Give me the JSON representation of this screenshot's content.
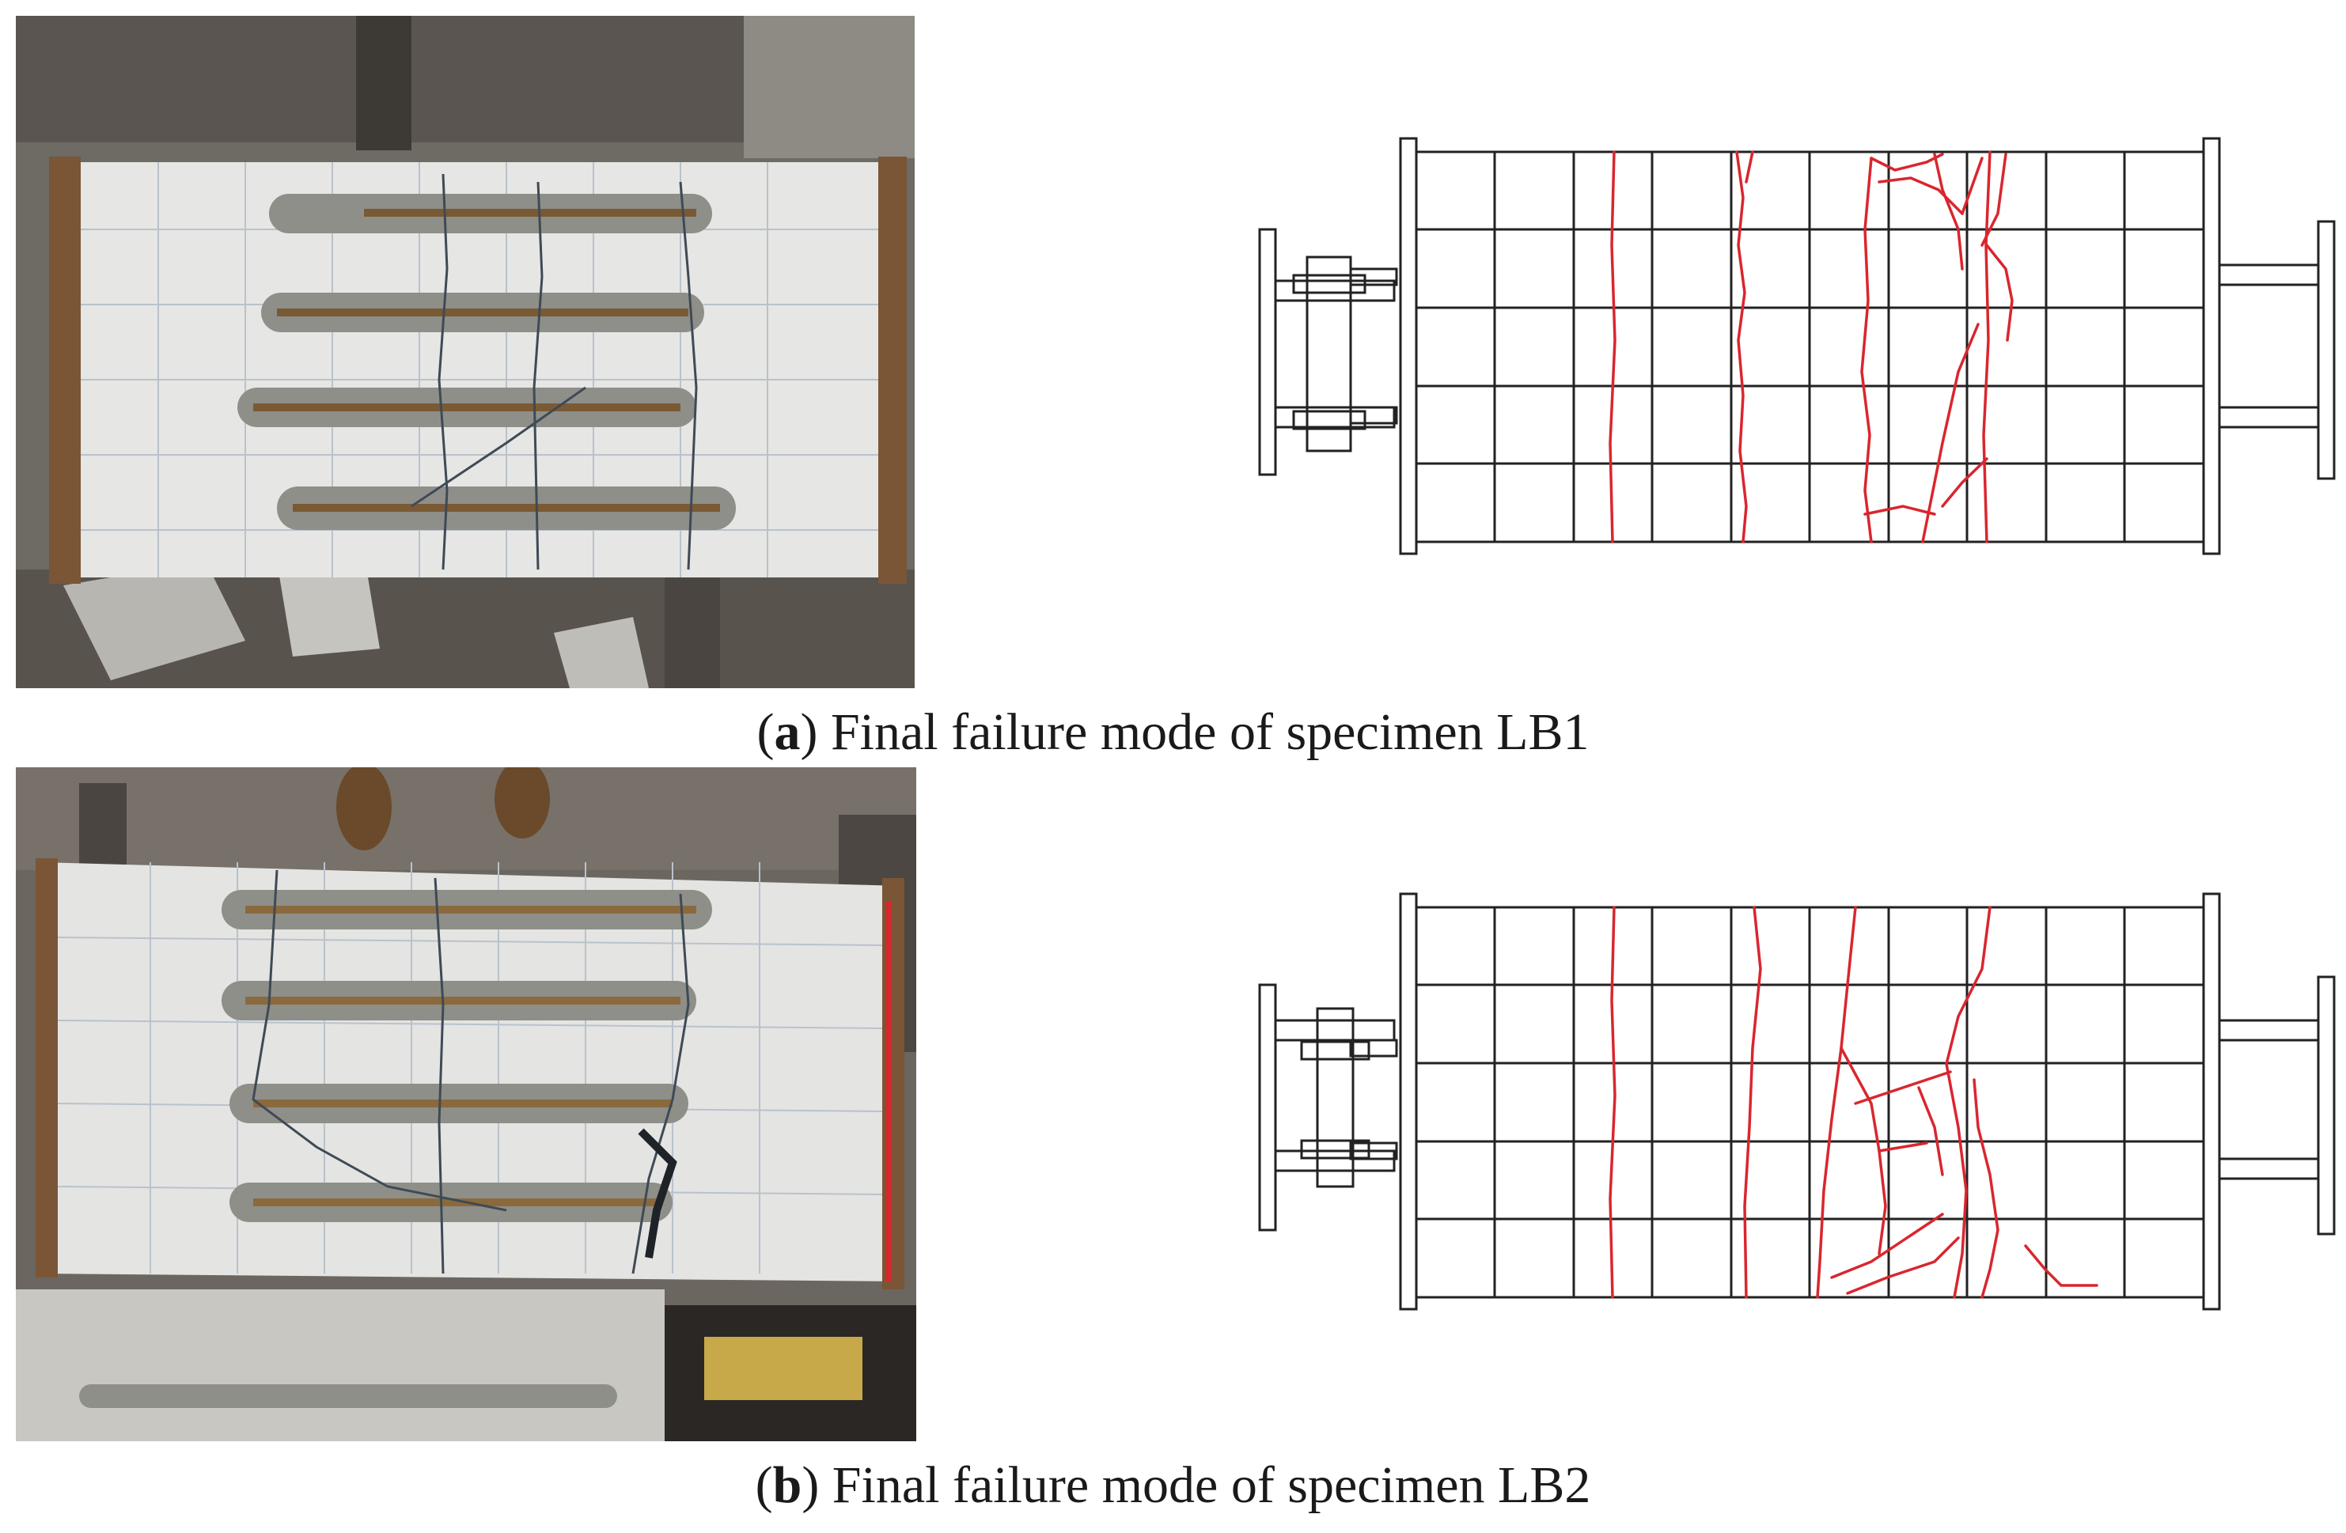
{
  "figure": {
    "panels": [
      {
        "id": "a",
        "letter": "a",
        "caption_rest": " Final failure mode of specimen LB1"
      },
      {
        "id": "b",
        "letter": "b",
        "caption_rest": " Final failure mode of specimen LB2"
      }
    ]
  },
  "colors": {
    "crack_red": "#d9262e",
    "grid_line": "#222222",
    "concrete": "#e4e4e2",
    "mortar": "#8c8c88",
    "steel_bar": "#7a5a34",
    "floor": "#6b6660"
  }
}
